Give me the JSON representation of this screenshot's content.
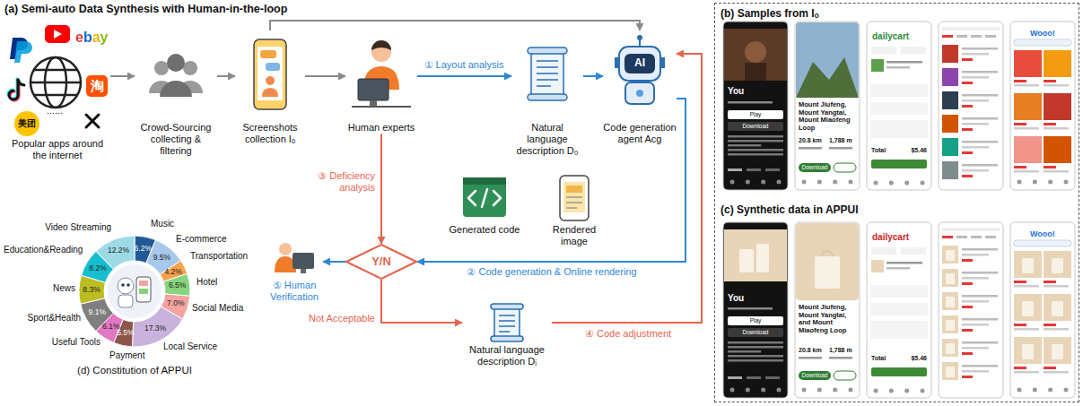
{
  "diagram": {
    "nodes": [
      {
        "text": [
          "Popular apps around the internet"
        ]
      },
      {
        "text": [
          "Crowd-Sourcing collecting & filtering"
        ]
      },
      {
        "text": [
          "Screenshots collection Iₒ"
        ]
      },
      {
        "text": [
          "Human experts"
        ]
      },
      {
        "text": [
          "Natural language description D₀"
        ]
      },
      {
        "text": [
          "Code generation agent Acg"
        ]
      },
      {
        "text": [
          "Generated code"
        ]
      },
      {
        "text": [
          "Rendered image"
        ]
      },
      {
        "text": [
          "Y/N"
        ]
      },
      {
        "text": [
          "⑤ Human Verification"
        ]
      },
      {
        "text": [
          "Natural language description Dᵢ"
        ]
      },
      {
        "text": [
          "(b) Samples from Iₒ",
          "(c) Synthetic data in APPUI"
        ]
      }
    ],
    "edges": [
      {
        "from": 0,
        "to": 1,
        "arrow": "to"
      },
      {
        "from": 1,
        "to": 2,
        "arrow": "to"
      },
      {
        "from": 2,
        "to": 3,
        "arrow": "to"
      },
      {
        "from": 2,
        "to": 5,
        "arrow": "to"
      },
      {
        "from": 3,
        "to": 4,
        "label": "① Layout analysis",
        "arrow": "to"
      },
      {
        "from": 4,
        "to": 5,
        "arrow": "to"
      },
      {
        "from": 3,
        "to": 8,
        "label": "③ Deficiency analysis",
        "arrow": "to"
      },
      {
        "from": 5,
        "to": 8,
        "label": "② Code generation & Online rendering",
        "arrow": "to"
      },
      {
        "from": 8,
        "to": 9,
        "arrow": "to"
      },
      {
        "from": 8,
        "to": 10,
        "label": "Not Acceptable",
        "arrow": "to"
      },
      {
        "from": 10,
        "to": 5,
        "label": "④ Code adjustment",
        "arrow": "to"
      }
    ],
    "labels": [
      "(a) Semi-auto Data Synthesis with Human-in-the-loop",
      "ebay",
      "淘",
      "......",
      "美团",
      "AI",
      "Music",
      "E-commerce",
      "Transportation",
      "Hotel",
      "Social Media",
      "Local Service",
      "Payment",
      "Useful Tools",
      "Sport&Health",
      "News",
      "Education&Reading",
      "Video Streaming",
      "6.2%",
      "9.5%",
      "4.2%",
      "6.5%",
      "7.0%",
      "17.3%",
      "5.5%",
      "6.1%",
      "9.1%",
      "8.3%",
      "8.2%",
      "12.2%",
      "(d) Constitution of APPUI",
      "You",
      "Play",
      "Download",
      "Mount Jiufeng, Mount Yangtai, Mount Miaofeng Loop",
      "20.8 km",
      "1,788 m",
      "Download",
      "dailycart",
      "Total",
      "$5.46",
      "Wooo!",
      "You",
      "Play",
      "Download",
      "Mount Jiufeng, Mount Yangtai, and Mount Miaofeng Loop",
      "20.8 km",
      "1,788 m",
      "Download",
      "dailycart",
      "Total",
      "$5.46",
      "Wooo!"
    ]
  }
}
